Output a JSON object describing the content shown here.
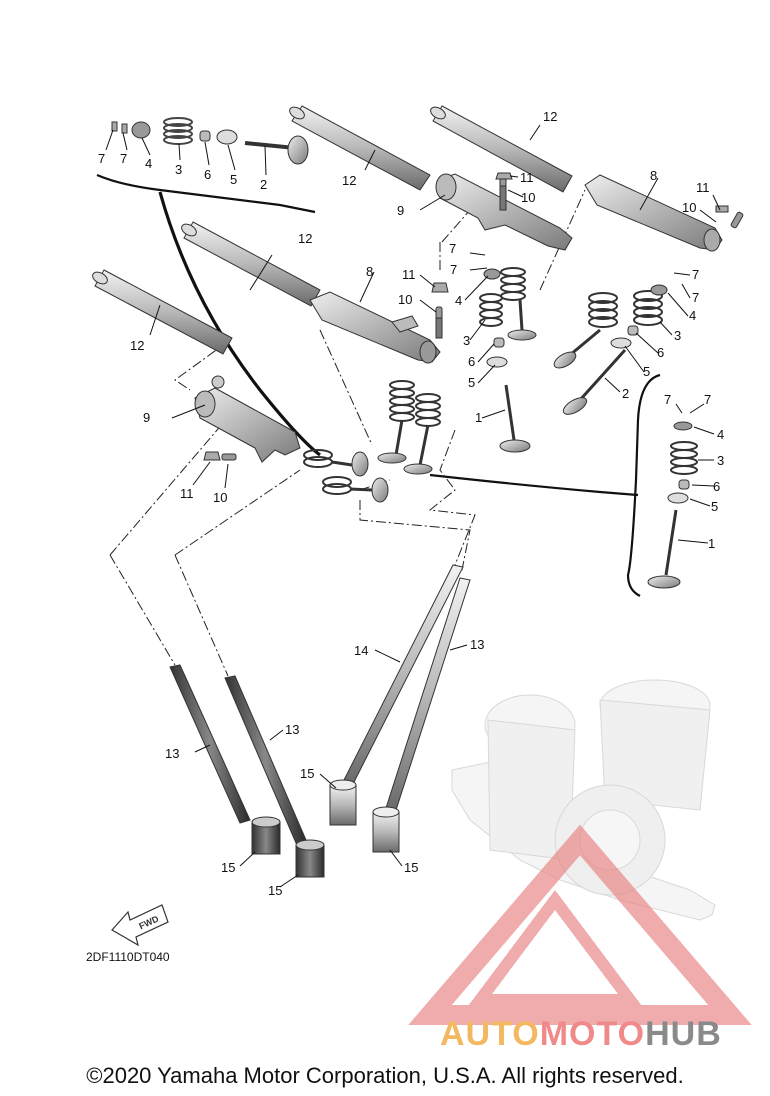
{
  "diagram_code": "2DF1110DT040",
  "fwd_label": "FWD",
  "copyright": "©2020 Yamaha Motor Corporation, U.S.A. All rights reserved.",
  "watermark": {
    "part1": "AUTO",
    "part2": "MOTO",
    "part3": "HUB",
    "color1": "#f4b860",
    "color2": "#f08a8a",
    "color3": "#8a8a8a"
  },
  "callouts": {
    "c_7a": "7",
    "c_7b": "7",
    "c_4a": "4",
    "c_3a": "3",
    "c_6a": "6",
    "c_5a": "5",
    "c_2a": "2",
    "c_12a": "12",
    "c_12b": "12",
    "c_12c": "12",
    "c_12d": "12",
    "c_9a": "9",
    "c_10a": "10",
    "c_11a": "11",
    "c_7c": "7",
    "c_7d": "7",
    "c_4b": "4",
    "c_3b": "3",
    "c_6b": "6",
    "c_5b": "5",
    "c_1a": "1",
    "c_8a": "8",
    "c_11b": "11",
    "c_10b": "10",
    "c_7e": "7",
    "c_7f": "7",
    "c_4c": "4",
    "c_3c": "3",
    "c_6c": "6",
    "c_5c": "5",
    "c_2b": "2",
    "c_8b": "8",
    "c_11c": "11",
    "c_10c": "10",
    "c_9b": "9",
    "c_11d": "11",
    "c_10d": "10",
    "c_7g": "7",
    "c_7h": "7",
    "c_4d": "4",
    "c_3d": "3",
    "c_6d": "6",
    "c_5d": "5",
    "c_1b": "1",
    "c_14": "14",
    "c_13a": "13",
    "c_13b": "13",
    "c_13c": "13",
    "c_15a": "15",
    "c_15b": "15",
    "c_15c": "15",
    "c_15d": "15"
  }
}
